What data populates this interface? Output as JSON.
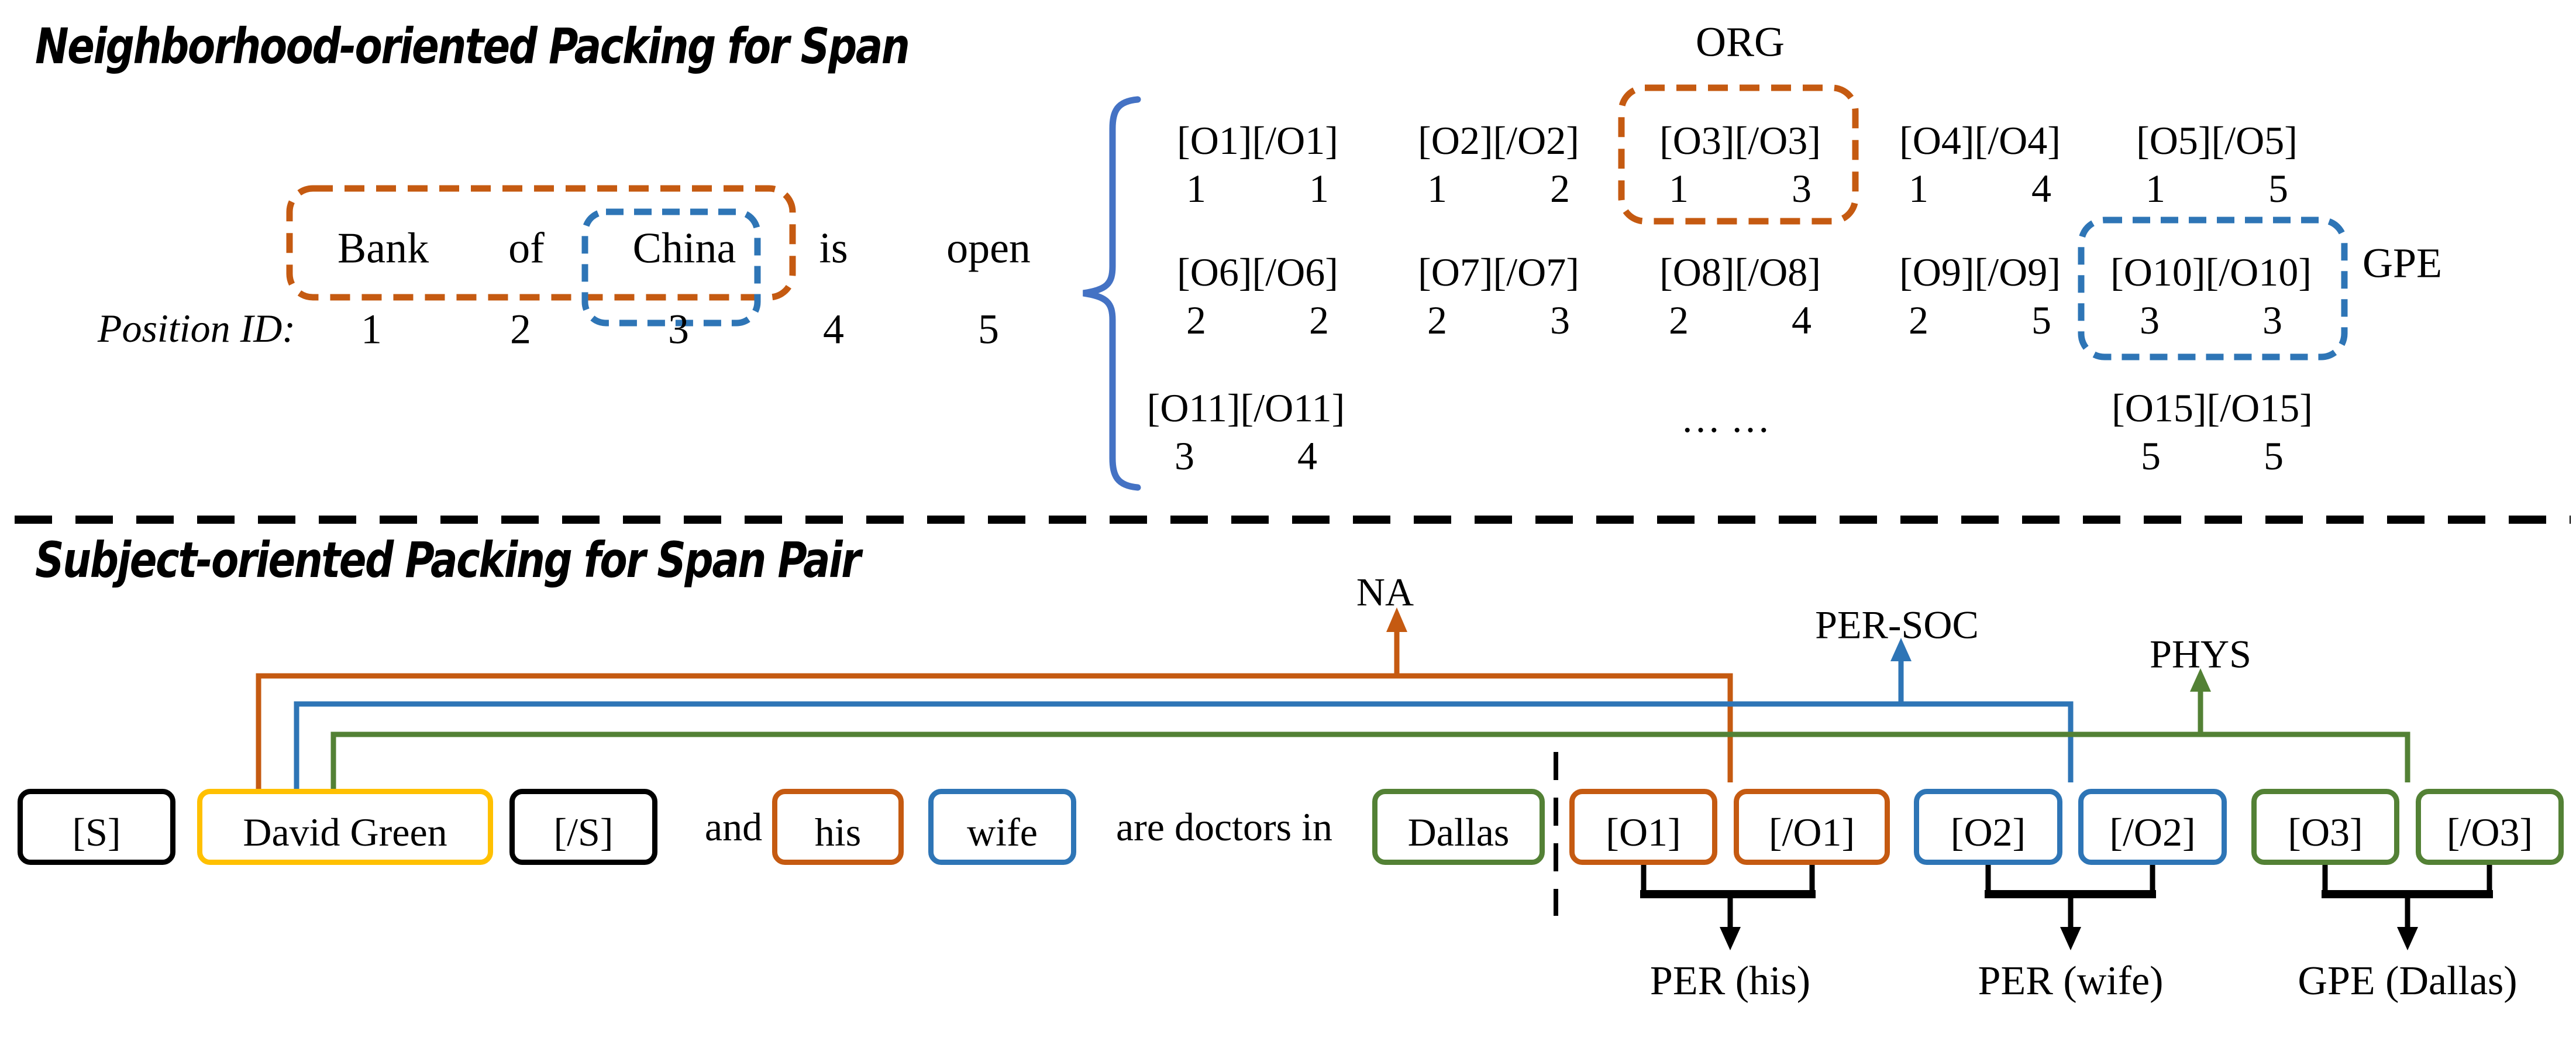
{
  "colors": {
    "orange": "#C55A11",
    "blue": "#2E75B6",
    "green": "#538135",
    "yellow": "#FFC000",
    "brace_blue": "#4472C4",
    "black": "#000000"
  },
  "top": {
    "title": "Neighborhood-oriented Packing for Span",
    "sentence": {
      "words": [
        "Bank",
        "of",
        "China",
        "is",
        "open"
      ],
      "position_label": "Position ID:",
      "position_ids": [
        "1",
        "2",
        "3",
        "4",
        "5"
      ]
    },
    "org_label": "ORG",
    "gpe_label": "GPE",
    "grid": {
      "cells": [
        {
          "tag": "[O1][/O1]",
          "start": "1",
          "end": "1"
        },
        {
          "tag": "[O2][/O2]",
          "start": "1",
          "end": "2"
        },
        {
          "tag": "[O3][/O3]",
          "start": "1",
          "end": "3"
        },
        {
          "tag": "[O4][/O4]",
          "start": "1",
          "end": "4"
        },
        {
          "tag": "[O5][/O5]",
          "start": "1",
          "end": "5"
        },
        {
          "tag": "[O6][/O6]",
          "start": "2",
          "end": "2"
        },
        {
          "tag": "[O7][/O7]",
          "start": "2",
          "end": "3"
        },
        {
          "tag": "[O8][/O8]",
          "start": "2",
          "end": "4"
        },
        {
          "tag": "[O9][/O9]",
          "start": "2",
          "end": "5"
        },
        {
          "tag": "[O10][/O10]",
          "start": "3",
          "end": "3"
        },
        {
          "tag": "[O11][/O11]",
          "start": "3",
          "end": "4"
        },
        {
          "tag": "… …",
          "start": "",
          "end": ""
        },
        {
          "tag": "[O15][/O15]",
          "start": "5",
          "end": "5"
        }
      ]
    }
  },
  "bottom": {
    "title": "Subject-oriented Packing for Span Pair",
    "relations": [
      "NA",
      "PER-SOC",
      "PHYS"
    ],
    "tokens": [
      {
        "text": "[S]",
        "style": "black"
      },
      {
        "text": "David Green",
        "style": "yellow"
      },
      {
        "text": "[/S]",
        "style": "black"
      },
      {
        "text": "and",
        "style": "plain"
      },
      {
        "text": "his",
        "style": "orange"
      },
      {
        "text": "wife",
        "style": "blue"
      },
      {
        "text": "are doctors in",
        "style": "plain"
      },
      {
        "text": "Dallas",
        "style": "green"
      },
      {
        "text": "[O1]",
        "style": "orange"
      },
      {
        "text": "[/O1]",
        "style": "orange"
      },
      {
        "text": "[O2]",
        "style": "blue"
      },
      {
        "text": "[/O2]",
        "style": "blue"
      },
      {
        "text": "[O3]",
        "style": "green"
      },
      {
        "text": "[/O3]",
        "style": "green"
      }
    ],
    "entity_annotations": [
      "PER (his)",
      "PER (wife)",
      "GPE (Dallas)"
    ]
  }
}
